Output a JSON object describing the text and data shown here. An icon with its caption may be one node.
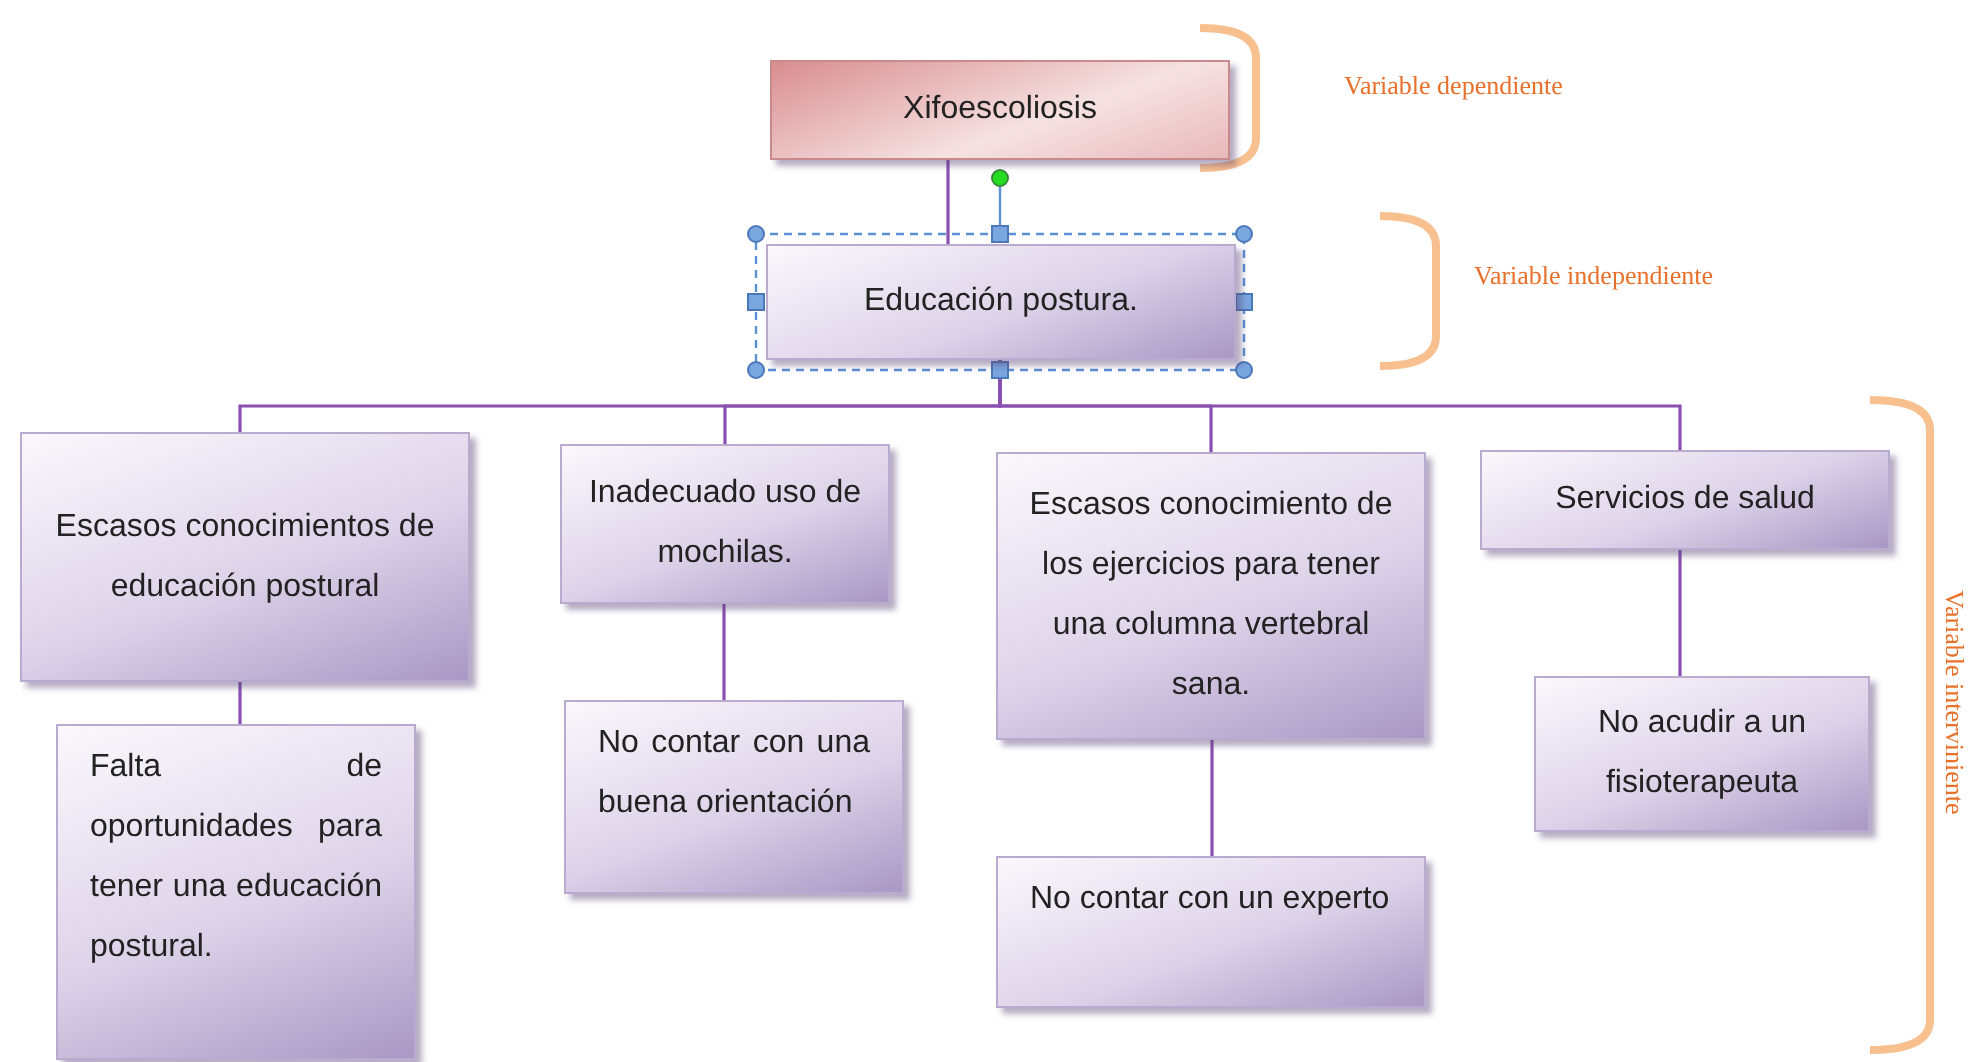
{
  "diagram": {
    "nodes": [
      {
        "text": [
          "Xifoescoliosis"
        ]
      },
      {
        "text": [
          "Educación postura."
        ]
      },
      {
        "text": [
          "Escasos conocimientos de educación postural"
        ]
      },
      {
        "text": [
          "Inadecuado uso de mochilas."
        ]
      },
      {
        "text": [
          "Escasos conocimiento de los ejercicios para tener una columna vertebral sana."
        ]
      },
      {
        "text": [
          "Servicios de salud"
        ]
      },
      {
        "text": [
          "Falta de oportunidades para tener una educación postural."
        ]
      },
      {
        "text": [
          "No contar con una buena orientación"
        ]
      },
      {
        "text": [
          "No contar con un experto"
        ]
      },
      {
        "text": [
          "No acudir a un fisioterapeuta"
        ]
      }
    ],
    "edges": [
      {
        "from": 0,
        "to": 1,
        "arrow": "none"
      },
      {
        "from": 1,
        "to": 2,
        "arrow": "none"
      },
      {
        "from": 1,
        "to": 3,
        "arrow": "none"
      },
      {
        "from": 1,
        "to": 4,
        "arrow": "none"
      },
      {
        "from": 1,
        "to": 5,
        "arrow": "none"
      },
      {
        "from": 2,
        "to": 6,
        "arrow": "none"
      },
      {
        "from": 3,
        "to": 7,
        "arrow": "none"
      },
      {
        "from": 4,
        "to": 8,
        "arrow": "none"
      },
      {
        "from": 5,
        "to": 9,
        "arrow": "none"
      }
    ],
    "labels": [
      "Variable dependiente",
      "Variable independiente",
      "Variable interviniente"
    ]
  }
}
